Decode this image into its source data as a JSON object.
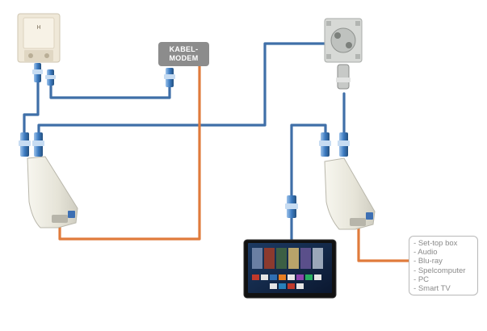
{
  "modem": {
    "line1": "KABEL-",
    "line2": "MODEM"
  },
  "device_list": {
    "items": [
      "Set-top box",
      "Audio",
      "Blu-ray",
      "Spelcomputer",
      "PC",
      "Smart TV"
    ]
  },
  "colors": {
    "coax_cable": "#3f6fa8",
    "ethernet_cable": "#e07b3c",
    "device_body": "#e8e6dc",
    "connector": "#3d7cc2",
    "list_border": "#b8b8b8",
    "modem_bg": "#8c8c8c"
  }
}
